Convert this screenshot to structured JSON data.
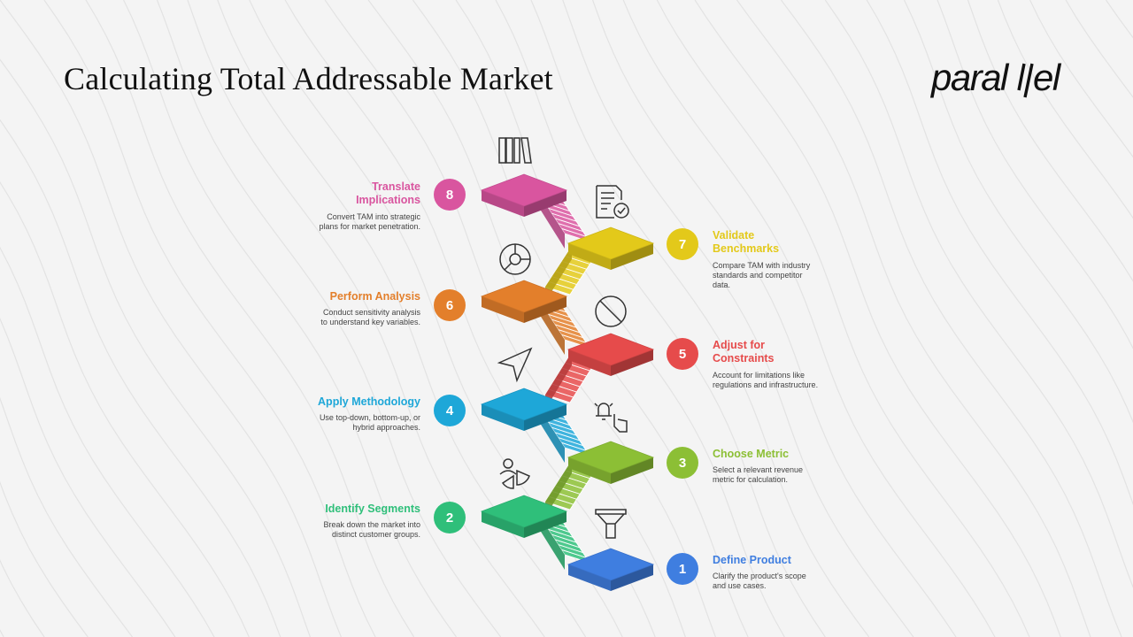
{
  "slide": {
    "title": "Calculating Total Addressable Market",
    "logo": "paralllel"
  },
  "steps": [
    {
      "number": "1",
      "title": "Define Product",
      "description": "Clarify the product's scope and use cases.",
      "color": "#3f7ee0",
      "icon": "funnel-icon"
    },
    {
      "number": "2",
      "title": "Identify Segments",
      "description": "Break down the market into distinct customer groups.",
      "color": "#2fbf7a",
      "icon": "user-segments-icon"
    },
    {
      "number": "3",
      "title": "Choose Metric",
      "description": "Select a relevant revenue metric for calculation.",
      "color": "#8cbf35",
      "icon": "alarm-hand-icon"
    },
    {
      "number": "4",
      "title": "Apply Methodology",
      "description": "Use top-down, bottom-up, or hybrid approaches.",
      "color": "#1ea7d8",
      "icon": "cursor-arrow-icon"
    },
    {
      "number": "5",
      "title": "Adjust for Constraints",
      "description": "Account for limitations like regulations and infrastructure.",
      "color": "#e64b4b",
      "icon": "prohibited-icon"
    },
    {
      "number": "6",
      "title": "Perform Analysis",
      "description": "Conduct sensitivity analysis to understand key variables.",
      "color": "#e37f2b",
      "icon": "pie-chart-icon"
    },
    {
      "number": "7",
      "title": "Validate Benchmarks",
      "description": "Compare TAM with industry standards and competitor data.",
      "color": "#e3c91a",
      "icon": "checklist-icon"
    },
    {
      "number": "8",
      "title": "Translate Implications",
      "description": "Convert TAM into strategic plans for market penetration.",
      "color": "#d9559f",
      "icon": "books-icon"
    }
  ]
}
